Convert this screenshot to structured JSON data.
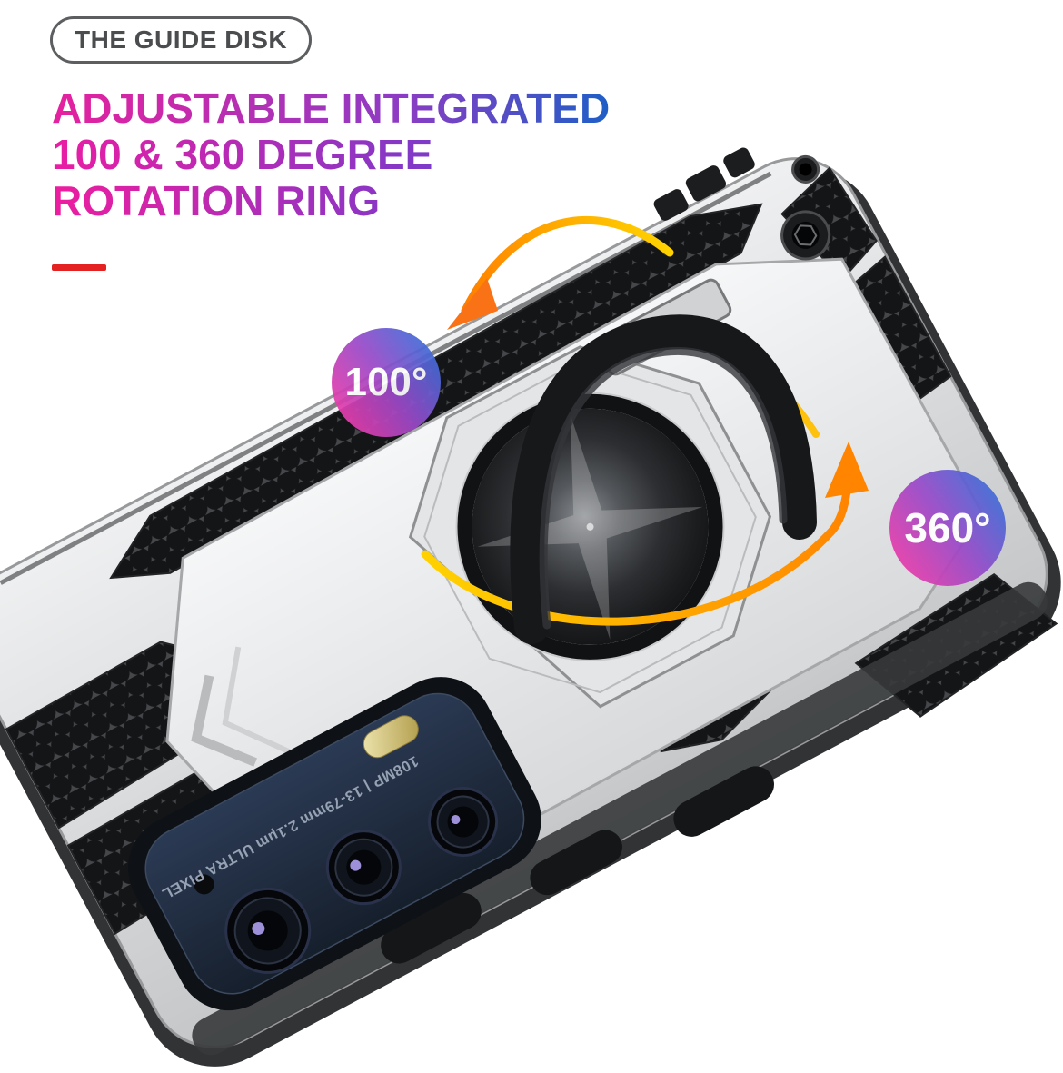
{
  "page": {
    "background": "#ffffff"
  },
  "badge": {
    "label": "THE GUIDE DISK"
  },
  "headline": {
    "line1": "ADJUSTABLE INTEGRATED",
    "line2": "100 & 360 DEGREE",
    "line3": "ROTATION RING",
    "gradient_start": "#e6219e",
    "gradient_mid": "#8e3bc4",
    "gradient_end": "#1e5fc6"
  },
  "accent": {
    "red_bar_color": "#e52222"
  },
  "callouts": {
    "rotation_100": "100°",
    "rotation_360": "360°",
    "badge_gradient": [
      "#e83caa",
      "#9a49c8",
      "#3f6cd8"
    ]
  },
  "arrows": {
    "color_start": "#ffd200",
    "color_end": "#ff7d00"
  },
  "phone": {
    "camera_spec": "108MP | 13-79mm 2.1μm ULTRA PIXEL",
    "case_color": "#d6d8da",
    "module_color": "#1f2a3a",
    "honeycomb_color": "#17181a"
  }
}
